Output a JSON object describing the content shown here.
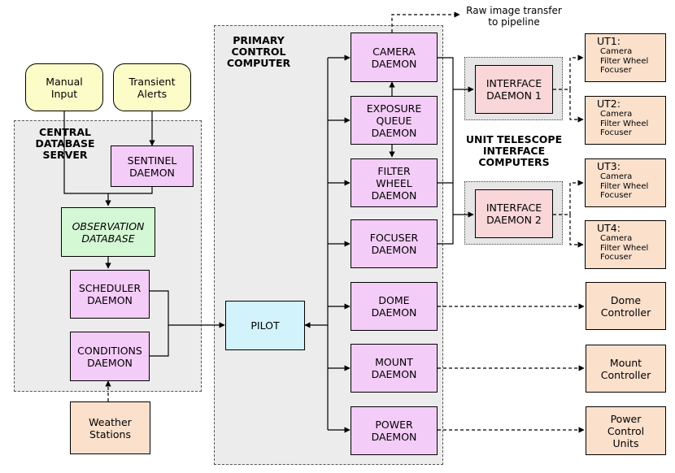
{
  "groups": {
    "central": "CENTRAL\nDATABASE\nSERVER",
    "primary": "PRIMARY\nCONTROL\nCOMPUTER",
    "unit": "UNIT TELESCOPE\nINTERFACE\nCOMPUTERS"
  },
  "inputs": {
    "manual": "Manual\nInput",
    "transient": "Transient\nAlerts",
    "weather": "Weather\nStations"
  },
  "database": {
    "sentinel": "SENTINEL\nDAEMON",
    "observation": "OBSERVATION\nDATABASE",
    "scheduler": "SCHEDULER\nDAEMON",
    "conditions": "CONDITIONS\nDAEMON"
  },
  "pilot": "PILOT",
  "daemons": {
    "camera": "CAMERA\nDAEMON",
    "exposure": "EXPOSURE\nQUEUE\nDAEMON",
    "filter": "FILTER\nWHEEL\nDAEMON",
    "focuser": "FOCUSER\nDAEMON",
    "dome": "DOME\nDAEMON",
    "mount": "MOUNT\nDAEMON",
    "power": "POWER\nDAEMON"
  },
  "interfaces": {
    "if1": "INTERFACE\nDAEMON 1",
    "if2": "INTERFACE\nDAEMON 2"
  },
  "unit_telescopes": [
    {
      "name": "UT1:",
      "items": "Camera\nFilter Wheel\nFocuser"
    },
    {
      "name": "UT2:",
      "items": "Camera\nFilter Wheel\nFocuser"
    },
    {
      "name": "UT3:",
      "items": "Camera\nFilter Wheel\nFocuser"
    },
    {
      "name": "UT4:",
      "items": "Camera\nFilter Wheel\nFocuser"
    }
  ],
  "hardware": {
    "dome": "Dome\nController",
    "mount": "Mount\nController",
    "power": "Power\nControl\nUnits"
  },
  "annotation": "Raw image transfer\nto pipeline",
  "colors": {
    "daemon": "#f4ccf8",
    "hardware": "#fbe0cc",
    "input": "#fcfcc8",
    "database": "#d4f8d4",
    "pilot": "#d2f2fc",
    "interface": "#f9d6d8",
    "group": "#ececec"
  }
}
